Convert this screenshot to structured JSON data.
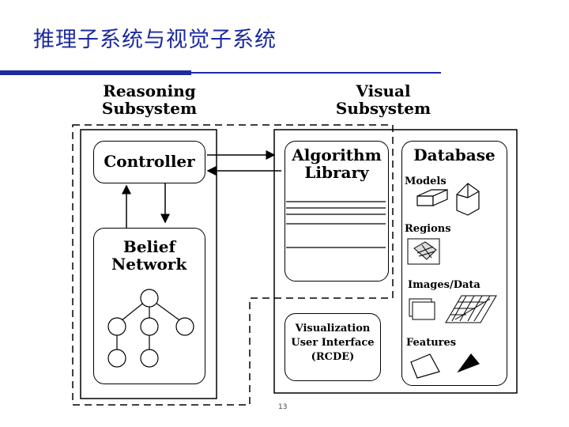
{
  "page": {
    "title": "推理子系统与视觉子系统",
    "footer_number": "13"
  },
  "diagram": {
    "reasoning": {
      "heading_line1": "Reasoning",
      "heading_line2": "Subsystem",
      "controller": "Controller",
      "belief_line1": "Belief",
      "belief_line2": "Network"
    },
    "visual": {
      "heading_line1": "Visual",
      "heading_line2": "Subsystem",
      "algorithm_line1": "Algorithm",
      "algorithm_line2": "Library",
      "database": "Database",
      "models": "Models",
      "regions": "Regions",
      "images_data": "Images/Data",
      "features": "Features",
      "viz_line1": "Visualization",
      "viz_line2": "User Interface",
      "viz_line3": "(RCDE)"
    }
  },
  "colors": {
    "title": "#1c2aa0",
    "rule": "#1c2aa0"
  }
}
